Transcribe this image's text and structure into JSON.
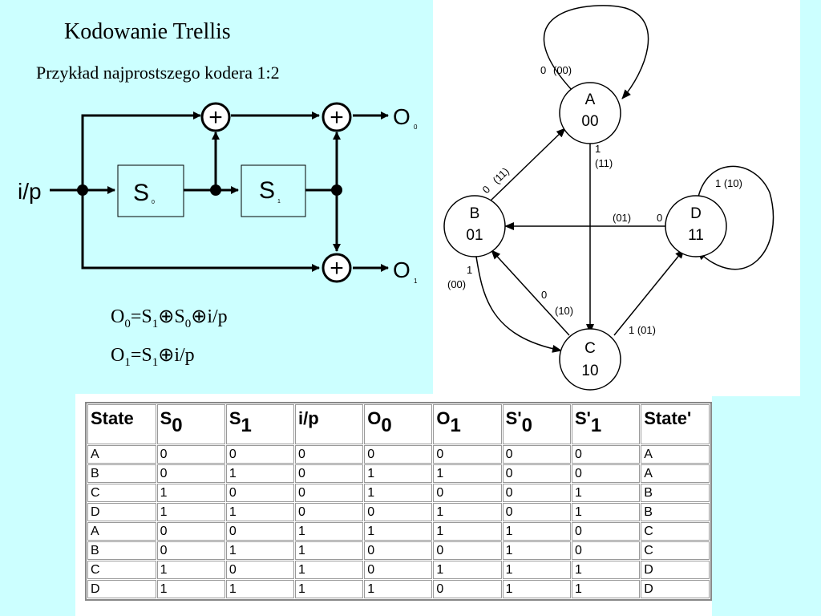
{
  "slide": {
    "title": "Kodowanie Trellis",
    "subtitle": "Przykład najprostszego kodera 1:2"
  },
  "encoder": {
    "input_label": "i/p",
    "reg0_main": "S",
    "reg0_sub": "0",
    "reg1_main": "S",
    "reg1_sub": "1",
    "out0_main": "O",
    "out0_sub": "0",
    "out1_main": "O",
    "out1_sub": "1",
    "plus": "+"
  },
  "equations": {
    "eq0": {
      "o": "O",
      "o_sub": "0",
      "eq": "=S",
      "s1_sub": "1",
      "xor1": "⊕",
      "s0": "S",
      "s0_sub": "0",
      "xor2": "⊕",
      "ip": "i/p"
    },
    "eq1": {
      "o": "O",
      "o_sub": "1",
      "eq": "=S",
      "s1_sub": "1",
      "xor1": "⊕",
      "ip": "i/p"
    }
  },
  "state_diagram": {
    "states": [
      {
        "name": "A",
        "code": "00"
      },
      {
        "name": "B",
        "code": "01"
      },
      {
        "name": "C",
        "code": "10"
      },
      {
        "name": "D",
        "code": "11"
      }
    ],
    "transitions": {
      "aa_input": "0",
      "aa_out": "(00)",
      "ac_input": "1",
      "ac_out": "(11)",
      "ba_input": "0",
      "ba_out": "(11)",
      "bc_input": "1",
      "bc_out": "(00)",
      "cb_input": "0",
      "cb_out": "(10)",
      "cd_label": "1 (01)",
      "db_input": "0",
      "db_out": "(01)",
      "dd_label": "1  (10)"
    }
  },
  "table": {
    "headers": [
      {
        "main": "State",
        "sub": ""
      },
      {
        "main": "S",
        "sub": "0"
      },
      {
        "main": "S",
        "sub": "1"
      },
      {
        "main": "i/p",
        "sub": ""
      },
      {
        "main": "O",
        "sub": "0"
      },
      {
        "main": "O",
        "sub": "1"
      },
      {
        "main": "S'",
        "sub": "0"
      },
      {
        "main": "S'",
        "sub": "1"
      },
      {
        "main": "State'",
        "sub": ""
      }
    ],
    "rows": [
      [
        "A",
        "0",
        "0",
        "0",
        "0",
        "0",
        "0",
        "0",
        "A"
      ],
      [
        "B",
        "0",
        "1",
        "0",
        "1",
        "1",
        "0",
        "0",
        "A"
      ],
      [
        "C",
        "1",
        "0",
        "0",
        "1",
        "0",
        "0",
        "1",
        "B"
      ],
      [
        "D",
        "1",
        "1",
        "0",
        "0",
        "1",
        "0",
        "1",
        "B"
      ],
      [
        "A",
        "0",
        "0",
        "1",
        "1",
        "1",
        "1",
        "0",
        "C"
      ],
      [
        "B",
        "0",
        "1",
        "1",
        "0",
        "0",
        "1",
        "0",
        "C"
      ],
      [
        "C",
        "1",
        "0",
        "1",
        "0",
        "1",
        "1",
        "1",
        "D"
      ],
      [
        "D",
        "1",
        "1",
        "1",
        "1",
        "0",
        "1",
        "1",
        "D"
      ]
    ]
  }
}
